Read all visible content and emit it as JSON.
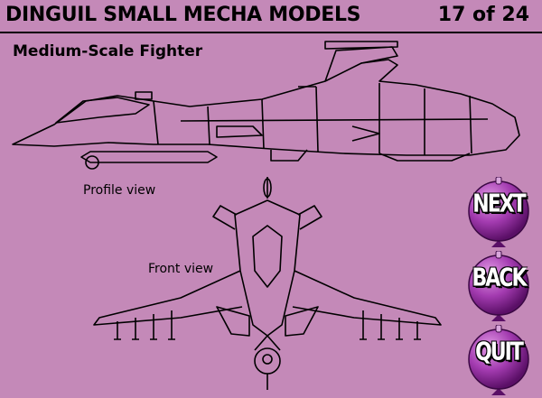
{
  "header": {
    "title": "DINGUIL SMALL MECHA MODELS",
    "page_counter": "17 of 24"
  },
  "subtitle": "Medium-Scale Fighter",
  "labels": {
    "profile": "Profile view",
    "front": "Front view"
  },
  "nav": {
    "next": "NEXT",
    "back": "BACK",
    "quit": "QUIT"
  },
  "colors": {
    "background": "#c489b8",
    "button_purple": "#7a1f86",
    "button_highlight": "#e39be6"
  }
}
